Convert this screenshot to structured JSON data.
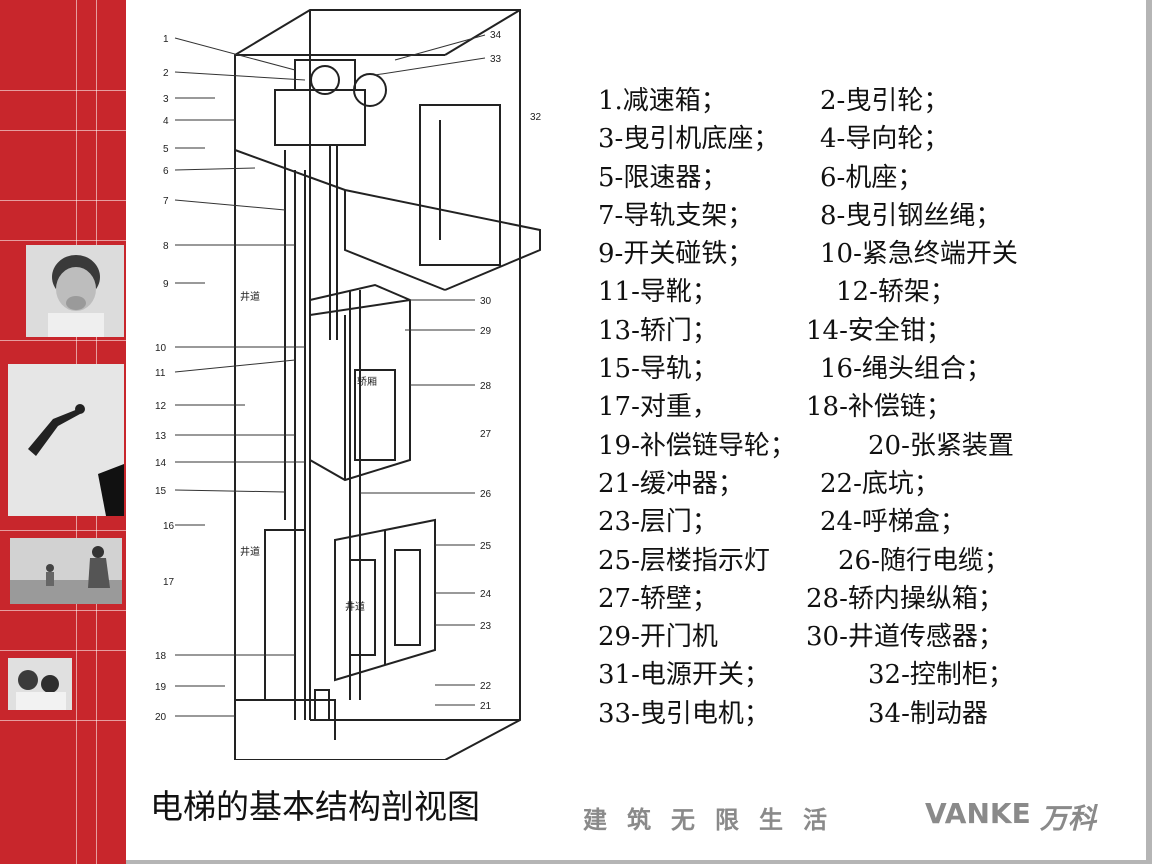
{
  "diagram": {
    "left_numbers": [
      "1",
      "2",
      "3",
      "4",
      "5",
      "6",
      "7",
      "8",
      "9",
      "10",
      "11",
      "12",
      "13",
      "14",
      "15",
      "16",
      "17",
      "18",
      "19",
      "20"
    ],
    "right_numbers": [
      "34",
      "33",
      "32",
      "30",
      "29",
      "28",
      "27",
      "26",
      "25",
      "24",
      "23",
      "22",
      "21"
    ],
    "shaft_labels": [
      "井道",
      "井道",
      "井道"
    ],
    "car_label": "轿厢"
  },
  "legend": [
    {
      "left": "1.减速箱；",
      "right": "2-曳引轮；"
    },
    {
      "left": "3-曳引机底座；",
      "right": "4-导向轮；"
    },
    {
      "left": "5-限速器；",
      "right": "6-机座；"
    },
    {
      "left": "7-导轨支架；",
      "right": "8-曳引钢丝绳；"
    },
    {
      "left": "9-开关碰铁；",
      "right": "10-紧急终端开关"
    },
    {
      "left": "11-导靴；",
      "right": "12-轿架；"
    },
    {
      "left": "13-轿门；",
      "right": "14-安全钳；"
    },
    {
      "left": "15-导轨；",
      "right": "16-绳头组合；"
    },
    {
      "left": "17-对重，",
      "right": "18-补偿链；"
    },
    {
      "left": "19-补偿链导轮；",
      "right": "20-张紧装置"
    },
    {
      "left": "21-缓冲器；",
      "right": "22-底坑；"
    },
    {
      "left": "23-层门；",
      "right": "24-呼梯盒；"
    },
    {
      "left": "25-层楼指示灯",
      "right": "26-随行电缆；"
    },
    {
      "left": "27-轿壁；",
      "right": "28-轿内操纵箱；"
    },
    {
      "left": "29-开门机",
      "right": "30-井道传感器；"
    },
    {
      "left": "31-电源开关；",
      "right": "32-控制柜；"
    },
    {
      "left": "33-曳引电机；",
      "right": "34-制动器"
    }
  ],
  "caption": "电梯的基本结构剖视图",
  "footer": {
    "slogan": "建筑无限生活",
    "logo_en": "VANKE",
    "logo_cn": "万科"
  },
  "colors": {
    "sidebar": "#c8262c",
    "footer_text": "#8a8a8a"
  }
}
